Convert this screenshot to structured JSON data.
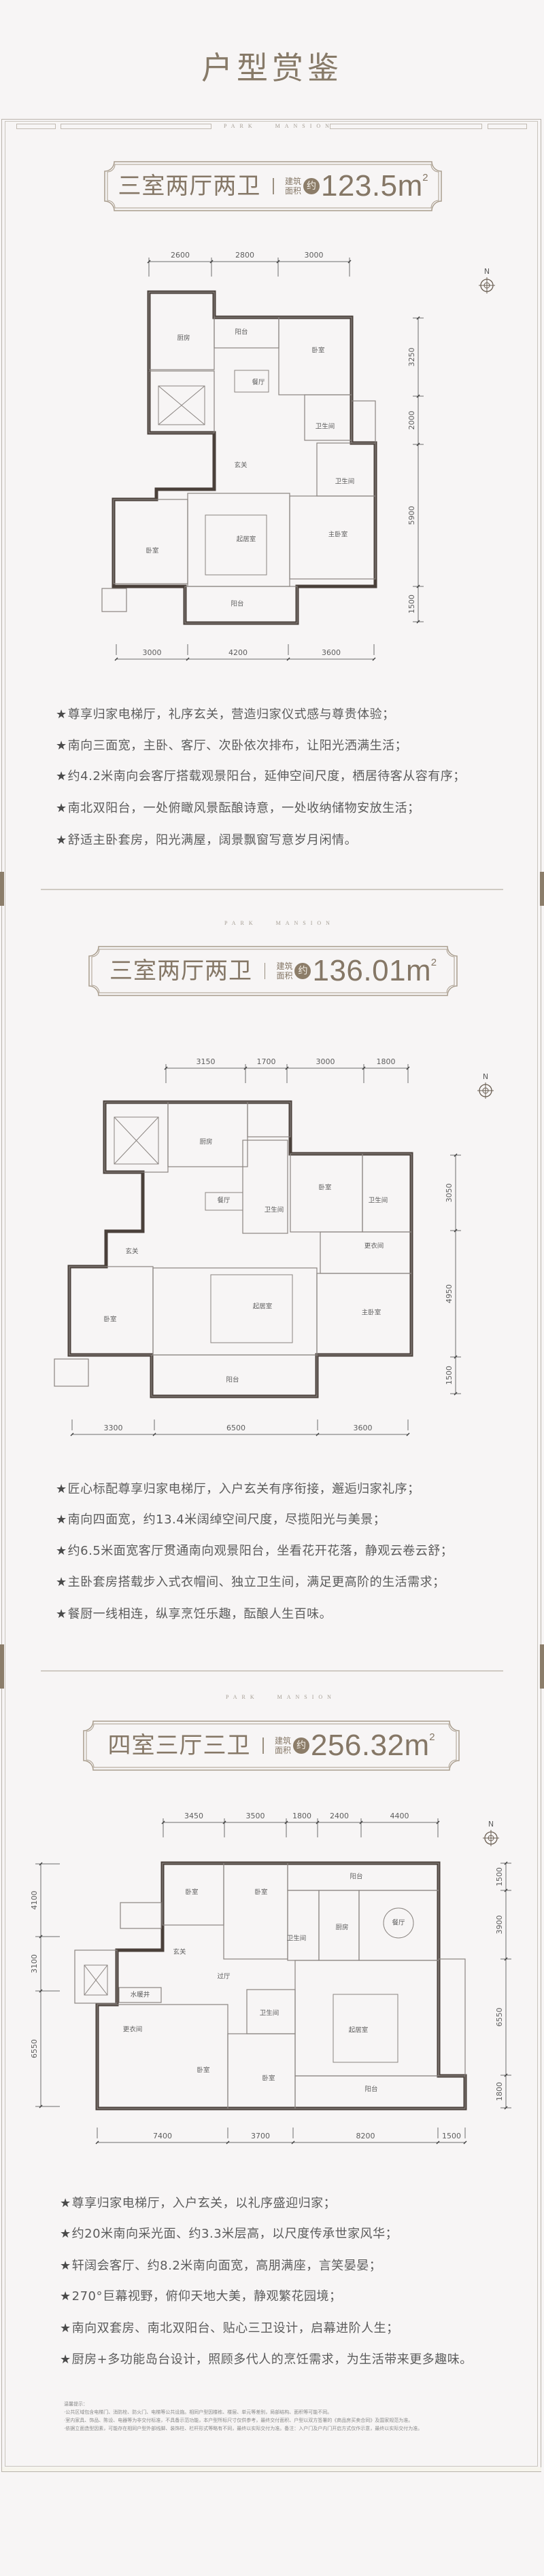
{
  "page": {
    "title": "户型赏鉴",
    "brand": "PARK   MANSION"
  },
  "colors": {
    "accent": "#877a68",
    "frame": "#b9b3ab",
    "wall": "#4a403a",
    "text": "#5b5b5b",
    "badge": "#8c7d69"
  },
  "compass_label": "N",
  "units": [
    {
      "name": "三室两厅两卫",
      "area_label_top": "建筑",
      "area_label_bottom": "面积",
      "approx": "约",
      "area": "123.5",
      "unit": "m",
      "sup": "2",
      "dims_top": [
        "2600",
        "2800",
        "3000"
      ],
      "dims_bottom": [
        "3000",
        "4200",
        "3600"
      ],
      "dims_right": [
        "3250",
        "2000",
        "5900",
        "1500"
      ],
      "rooms": [
        "厨房",
        "阳台",
        "卧室",
        "餐厅",
        "卫生间",
        "玄关",
        "卫生间",
        "卧室",
        "起居室",
        "主卧室",
        "阳台"
      ],
      "features": [
        "尊享归家电梯厅，礼序玄关，营造归家仪式感与尊贵体验；",
        "南向三面宽，主卧、客厅、次卧依次排布，让阳光洒满生活；",
        "约4.2米南向会客厅搭载观景阳台，延伸空间尺度，栖居待客从容有序；",
        "南北双阳台，一处俯瞰风景酝酿诗意，一处收纳储物安放生活；",
        "舒适主卧套房，阳光满屋，阔景飘窗写意岁月闲情。"
      ]
    },
    {
      "name": "三室两厅两卫",
      "area_label_top": "建筑",
      "area_label_bottom": "面积",
      "approx": "约",
      "area": "136.01",
      "unit": "m",
      "sup": "2",
      "dims_top": [
        "3150",
        "1700",
        "3000",
        "1800"
      ],
      "dims_bottom": [
        "3300",
        "6500",
        "3600"
      ],
      "dims_right": [
        "3050",
        "4950",
        "1500"
      ],
      "rooms": [
        "厨房",
        "餐厅",
        "卫生间",
        "卧室",
        "卫生间",
        "玄关",
        "更衣间",
        "卧室",
        "起居室",
        "主卧室",
        "阳台"
      ],
      "features": [
        "匠心标配尊享归家电梯厅，入户玄关有序衔接，邂逅归家礼序；",
        "南向四面宽，约13.4米阔绰空间尺度，尽揽阳光与美景；",
        "约6.5米面宽客厅贯通南向观景阳台，坐看花开花落，静观云卷云舒；",
        "主卧套房搭载步入式衣帽间、独立卫生间，满足更高阶的生活需求；",
        "餐厨一线相连，纵享烹饪乐趣，酝酿人生百味。"
      ]
    },
    {
      "name": "四室三厅三卫",
      "area_label_top": "建筑",
      "area_label_bottom": "面积",
      "approx": "约",
      "area": "256.32",
      "unit": "m",
      "sup": "2",
      "dims_top": [
        "3450",
        "3500",
        "1800",
        "2400",
        "4400"
      ],
      "dims_bottom": [
        "7400",
        "3700",
        "8200",
        "1500"
      ],
      "dims_right": [
        "1500",
        "3900",
        "6550",
        "1800"
      ],
      "dims_left": [
        "4100",
        "3100",
        "6550"
      ],
      "rooms": [
        "卧室",
        "卧室",
        "阳台",
        "卫生间",
        "厨房",
        "餐厅",
        "起居室",
        "玄关",
        "过厅",
        "水暖井",
        "更衣间",
        "卧室",
        "卫生间",
        "卧室",
        "阳台"
      ],
      "features": [
        "尊享归家电梯厅，入户玄关，以礼序盛迎归家；",
        "约20米南向采光面、约3.3米层高，以尺度传承世家风华；",
        "轩阔会客厅、约8.2米南向面宽，高朋满座，言笑晏晏；",
        "270°巨幕视野，俯仰天地大美，静观繁花园境；",
        "南向双套房、南北双阳台、贴心三卫设计，启幕进阶人生；",
        "厨房+多功能岛台设计，照顾多代人的烹饪需求，为生活带来更多趣味。"
      ]
    }
  ],
  "disclaimer": {
    "title": "温馨提示：",
    "lines": [
      "·公共区域包含电梯门、消防栓、防火门、电梯等公共设施。相同户型因楼栋、楼层、单元等差别，局部结构、面积等可能不同。",
      "·室内家具、饰品、陈设、电器等为非交付标准，不具备示范功能，本户型所标尺寸仅供参考，最终交付面积、户型以双方签署的《商品房买卖合同》及国家规范为准。",
      "·依据立面造型因素，可能存在相同户型外部线脚、装饰柱、栏杆形式等略有不同，最终以实际交付为准。备注：入户门及户内门开启方式仅作示意，最终以实际交付为准。"
    ]
  }
}
